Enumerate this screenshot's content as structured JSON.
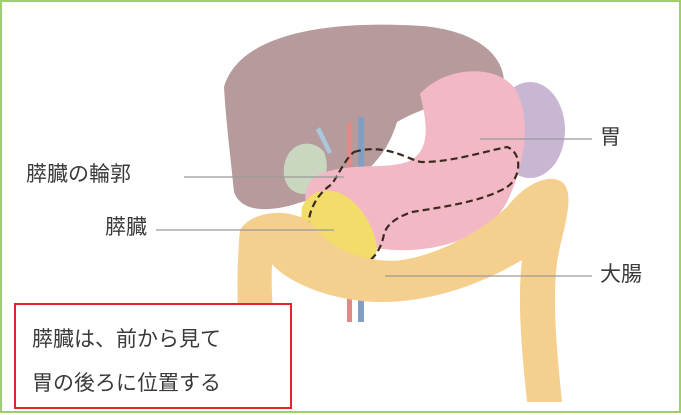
{
  "labels": {
    "pancreas_outline": "膵臓の輪郭",
    "pancreas": "膵臓",
    "stomach": "胃",
    "large_intestine": "大腸"
  },
  "note": {
    "line1": "膵臓は、前から見て",
    "line2": "胃の後ろに位置する"
  },
  "colors": {
    "frame_border": "#9fce6a",
    "note_border": "#e0262c",
    "liver": "#b79a9b",
    "stomach": "#f2b8c6",
    "colon": "#f5cf8d",
    "pancreas": "#f2dc6a",
    "spleen": "#c9b6d3",
    "gallbladder": "#c9d7c0"
  }
}
